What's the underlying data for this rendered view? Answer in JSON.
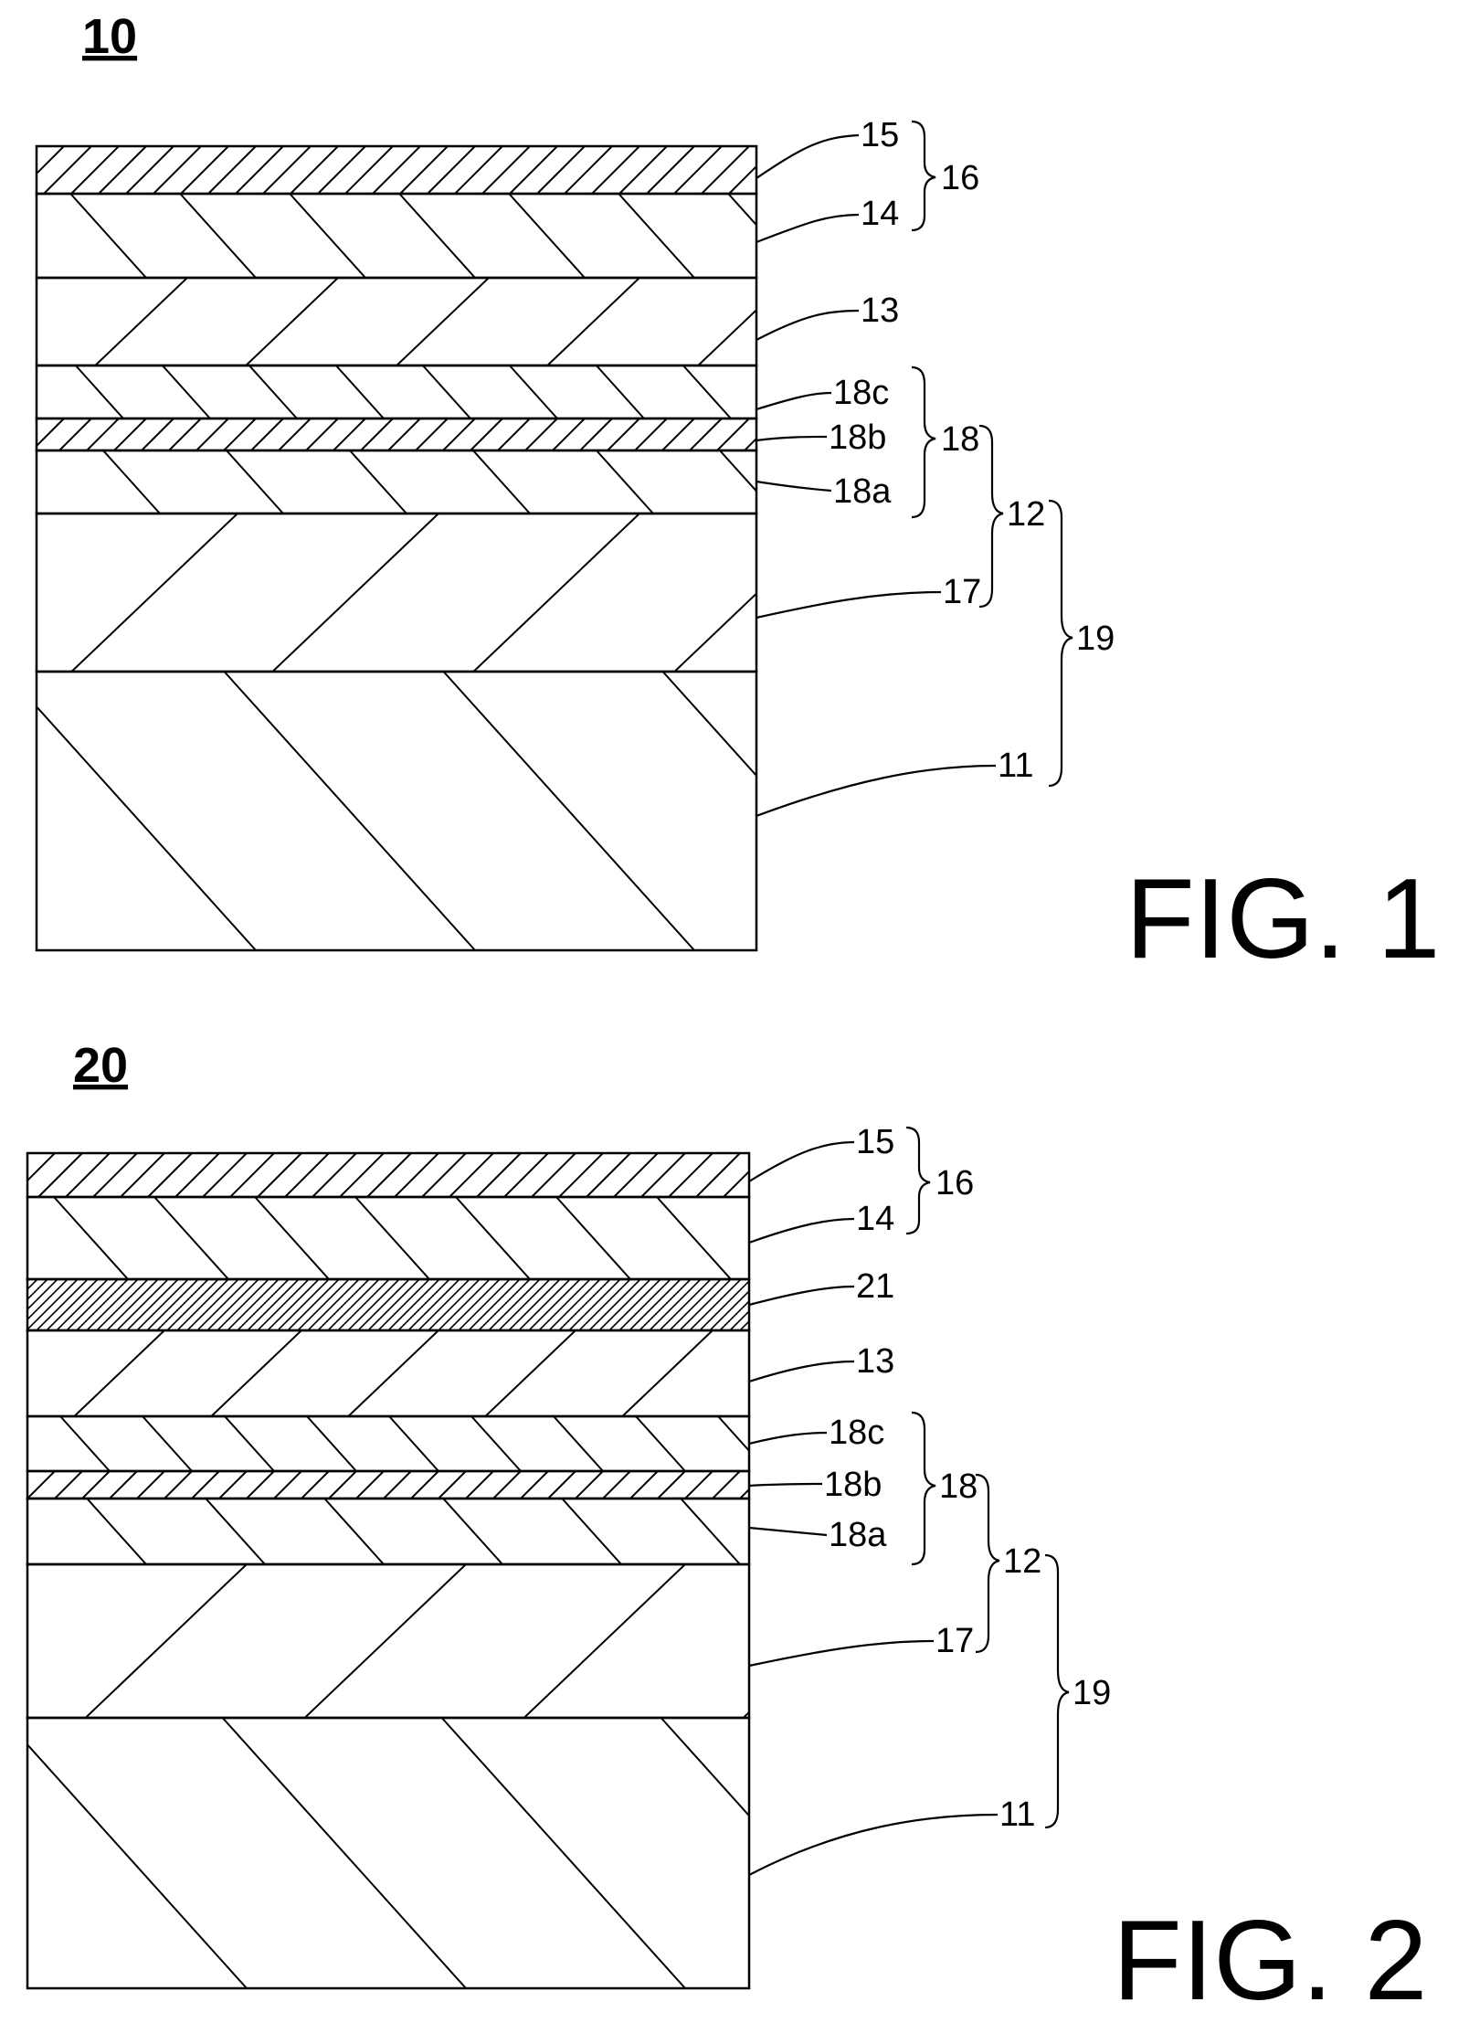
{
  "figures": [
    {
      "ref_number": "10",
      "caption": "FIG. 1",
      "layers": [
        {
          "label": "15",
          "hatch": "fine-fwd"
        },
        {
          "label": "14",
          "hatch": "back"
        },
        {
          "label": "13",
          "hatch": "fwd"
        },
        {
          "label": "18c",
          "hatch": "back"
        },
        {
          "label": "18b",
          "hatch": "fine-fwd"
        },
        {
          "label": "18a",
          "hatch": "back"
        },
        {
          "label": "17",
          "hatch": "fwd"
        },
        {
          "label": "11",
          "hatch": "back"
        }
      ],
      "groups": [
        {
          "label": "16",
          "spans": [
            "15",
            "14"
          ]
        },
        {
          "label": "18",
          "spans": [
            "18c",
            "18b",
            "18a"
          ]
        },
        {
          "label": "12",
          "spans": [
            "18",
            "17"
          ]
        },
        {
          "label": "19",
          "spans": [
            "12",
            "11"
          ]
        }
      ]
    },
    {
      "ref_number": "20",
      "caption": "FIG. 2",
      "layers": [
        {
          "label": "15",
          "hatch": "fine-fwd"
        },
        {
          "label": "14",
          "hatch": "back"
        },
        {
          "label": "21",
          "hatch": "dense-fwd"
        },
        {
          "label": "13",
          "hatch": "fwd"
        },
        {
          "label": "18c",
          "hatch": "back"
        },
        {
          "label": "18b",
          "hatch": "fine-fwd"
        },
        {
          "label": "18a",
          "hatch": "back"
        },
        {
          "label": "17",
          "hatch": "fwd"
        },
        {
          "label": "11",
          "hatch": "back"
        }
      ],
      "groups": [
        {
          "label": "16",
          "spans": [
            "15",
            "14"
          ]
        },
        {
          "label": "18",
          "spans": [
            "18c",
            "18b",
            "18a"
          ]
        },
        {
          "label": "12",
          "spans": [
            "18",
            "17"
          ]
        },
        {
          "label": "19",
          "spans": [
            "12",
            "11"
          ]
        }
      ]
    }
  ]
}
